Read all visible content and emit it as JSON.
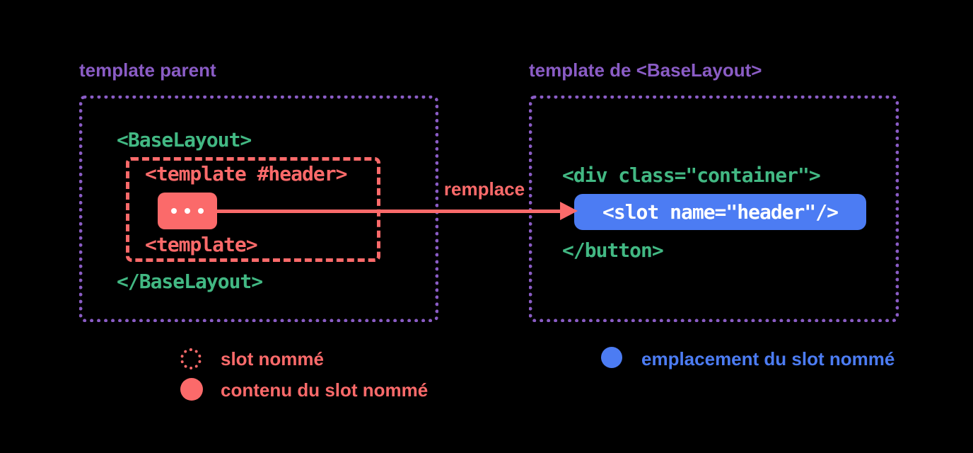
{
  "colors": {
    "background": "#000000",
    "purple": "#8a5cc5",
    "green": "#42b883",
    "salmon": "#fb6a6a",
    "blue": "#4c7cf3",
    "white": "#ffffff"
  },
  "left_panel": {
    "title": "template parent",
    "code_open": "<BaseLayout>",
    "code_close": "</BaseLayout>",
    "slot": {
      "open": "<template #header>",
      "content": "...",
      "close": "<template>"
    }
  },
  "arrow": {
    "label": "remplace"
  },
  "right_panel": {
    "title": "template de <BaseLayout>",
    "code_open": "<div class=\"container\">",
    "slot_placeholder": "<slot name=\"header\"/>",
    "code_close": "</button>"
  },
  "legend": {
    "items": [
      {
        "marker": "dotted-red-circle",
        "label": "slot nommé"
      },
      {
        "marker": "solid-red-circle",
        "label": "contenu du slot nommé"
      },
      {
        "marker": "solid-blue-circle",
        "label": "emplacement du slot nommé"
      }
    ]
  }
}
